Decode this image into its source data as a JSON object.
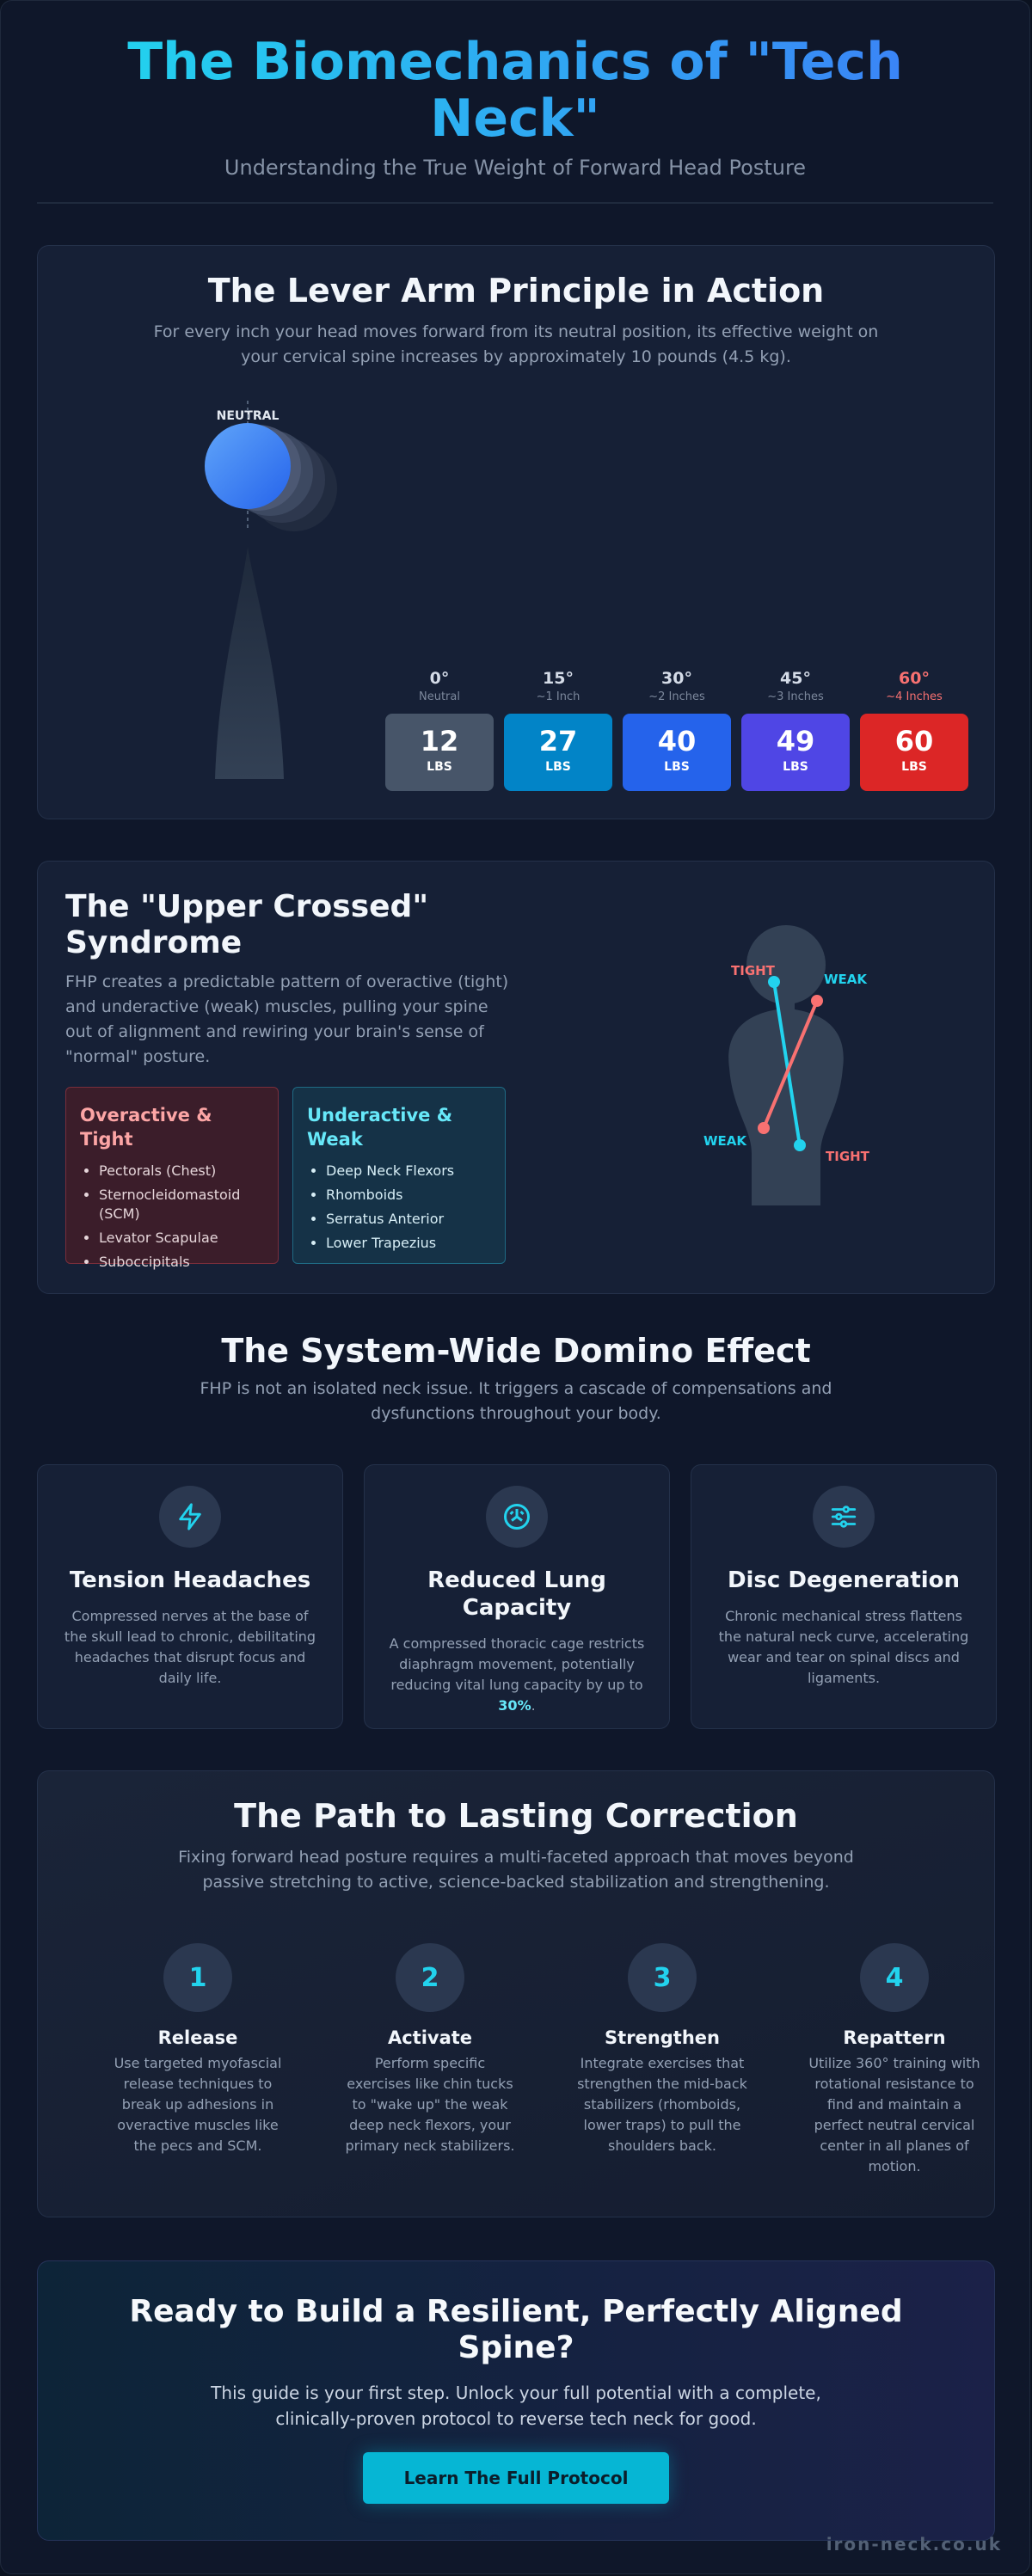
{
  "header": {
    "title": "The Biomechanics of \"Tech Neck\"",
    "subtitle": "Understanding the True Weight of Forward Head Posture"
  },
  "lever": {
    "title": "The Lever Arm Principle in Action",
    "description": "For every inch your head moves forward from its neutral position, its effective weight on your cervical spine increases by approximately 10 pounds (4.5 kg).",
    "figure_label": "NEUTRAL",
    "angles": [
      {
        "angle": "0°",
        "distance": "Neutral",
        "weight": "12",
        "unit": "LBS",
        "color": "#475569"
      },
      {
        "angle": "15°",
        "distance": "~1 Inch",
        "weight": "27",
        "unit": "LBS",
        "color": "#0284c7"
      },
      {
        "angle": "30°",
        "distance": "~2 Inches",
        "weight": "40",
        "unit": "LBS",
        "color": "#2563eb"
      },
      {
        "angle": "45°",
        "distance": "~3 Inches",
        "weight": "49",
        "unit": "LBS",
        "color": "#4f46e5"
      },
      {
        "angle": "60°",
        "distance": "~4 Inches",
        "weight": "60",
        "unit": "LBS",
        "color": "#dc2626"
      }
    ]
  },
  "syndrome": {
    "title": "The \"Upper Crossed\" Syndrome",
    "description": "FHP creates a predictable pattern of overactive (tight) and underactive (weak) muscles, pulling your spine out of alignment and rewiring your brain's sense of \"normal\" posture.",
    "overactive": {
      "title": "Overactive & Tight",
      "items": [
        "Pectorals (Chest)",
        "Sternocleidomastoid (SCM)",
        "Levator Scapulae",
        "Suboccipitals"
      ]
    },
    "underactive": {
      "title": "Underactive & Weak",
      "items": [
        "Deep Neck Flexors",
        "Rhomboids",
        "Serratus Anterior",
        "Lower Trapezius"
      ]
    },
    "diagram_labels": {
      "tight_top": "TIGHT",
      "weak_top": "WEAK",
      "weak_bottom": "WEAK",
      "tight_bottom": "TIGHT"
    }
  },
  "domino": {
    "title": "The System-Wide Domino Effect",
    "description": "FHP is not an isolated neck issue. It triggers a cascade of compensations and dysfunctions throughout your body.",
    "cards": [
      {
        "icon": "lightning-bolt-icon",
        "title": "Tension Headaches",
        "description": "Compressed nerves at the base of the skull lead to chronic, debilitating headaches that disrupt focus and daily life."
      },
      {
        "icon": "lungs-icon",
        "title": "Reduced Lung Capacity",
        "description": "A compressed thoracic cage restricts diaphragm movement, potentially reducing vital lung capacity by up to ",
        "highlight": "30%",
        "suffix": "."
      },
      {
        "icon": "sliders-icon",
        "title": "Disc Degeneration",
        "description": "Chronic mechanical stress flattens the natural neck curve, accelerating wear and tear on spinal discs and ligaments."
      }
    ]
  },
  "correction": {
    "title": "The Path to Lasting Correction",
    "description": "Fixing forward head posture requires a multi-faceted approach that moves beyond passive stretching to active, science-backed stabilization and strengthening.",
    "steps": [
      {
        "number": "1",
        "title": "Release",
        "description": "Use targeted myofascial release techniques to break up adhesions in overactive muscles like the pecs and SCM."
      },
      {
        "number": "2",
        "title": "Activate",
        "description": "Perform specific exercises like chin tucks to \"wake up\" the weak deep neck flexors, your primary neck stabilizers."
      },
      {
        "number": "3",
        "title": "Strengthen",
        "description": "Integrate exercises that strengthen the mid-back stabilizers (rhomboids, lower traps) to pull the shoulders back."
      },
      {
        "number": "4",
        "title": "Repattern",
        "description": "Utilize 360° training with rotational resistance to find and maintain a perfect neutral cervical center in all planes of motion."
      }
    ]
  },
  "cta": {
    "title": "Ready to Build a Resilient, Perfectly Aligned Spine?",
    "description": "This guide is your first step. Unlock your full potential with a complete, clinically-proven protocol to reverse tech neck for good.",
    "button_label": "Learn The Full Protocol"
  },
  "brand": "iron-neck.co.uk",
  "colors": {
    "accent": "#22d3ee",
    "tight": "#f87171",
    "weak": "#22d3ee",
    "button": "#06b6d4"
  }
}
